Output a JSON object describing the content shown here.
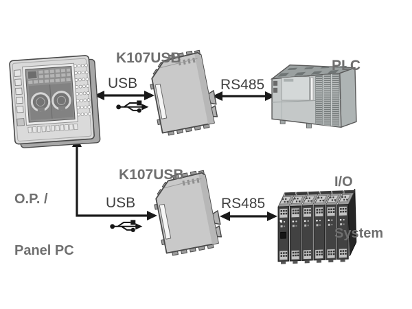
{
  "labels": {
    "converter_top": "K107USB",
    "converter_bottom": "K107USB",
    "plc": "PLC",
    "io_system_line1": "I/O",
    "io_system_line2": "System",
    "op_line1": "O.P. /",
    "op_line2": "Panel PC",
    "usb_top": "USB",
    "usb_bottom": "USB",
    "rs485_top": "RS485",
    "rs485_bottom": "RS485"
  },
  "connections": [
    {
      "from": "operator-panel",
      "to": "converter-top",
      "label": "USB",
      "bidirectional": true
    },
    {
      "from": "converter-top",
      "to": "plc",
      "label": "RS485",
      "bidirectional": true
    },
    {
      "from": "operator-panel",
      "to": "converter-bottom",
      "label": "USB",
      "bidirectional": false
    },
    {
      "from": "converter-bottom",
      "to": "io-system",
      "label": "RS485",
      "bidirectional": true
    }
  ],
  "icons": {
    "usb_top": "usb-trident-icon",
    "usb_bottom": "usb-trident-icon"
  },
  "colors": {
    "background": "#ffffff",
    "device_label": "#6f6f6f",
    "bus_label": "#3f3f3f",
    "arrow": "#1a1a1a",
    "converter_body": "#c9c9c9",
    "plc_body": "#c4c8c8",
    "io_module_front": "#424242"
  }
}
